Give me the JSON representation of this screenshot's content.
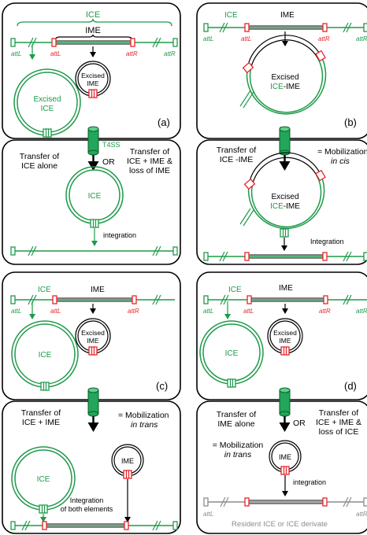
{
  "colors": {
    "green": "#1e9a4a",
    "red": "#e8242a",
    "black": "#000000",
    "grey": "#8c8c8c",
    "tube": "#21a65a"
  },
  "panel_a": {
    "ice_top": "ICE",
    "ime_label": "IME",
    "attL_green": "attL",
    "attL_red": "attL",
    "attR_red": "attR",
    "attR_green": "attR",
    "excised_ice_line1": "Excised",
    "excised_ice_line2": "ICE",
    "excised_ime_line1": "Excised",
    "excised_ime_line2": "IME",
    "t4ss": "T4SS",
    "panel_letter": "(a)",
    "transfer_left_line1": "Transfer of",
    "transfer_left_line2": "ICE alone",
    "or": "OR",
    "transfer_right_line1": "Transfer of",
    "transfer_right_line2": "ICE + IME &",
    "transfer_right_line3": "loss of IME",
    "recipient_ice": "ICE",
    "integration": "integration"
  },
  "panel_b": {
    "ice_label": "ICE",
    "ime_label": "IME",
    "attL_green": "attL",
    "attL_red": "attL",
    "attR_red": "attR",
    "attR_green": "attR",
    "excised_line1": "Excised",
    "excised_ice": "ICE",
    "excised_ime": "-IME",
    "panel_letter": "(b)",
    "transfer_line1": "Transfer of",
    "transfer_line2": "ICE -IME",
    "mob_line1": "= Mobilization",
    "mob_line2": "in cis",
    "recipient_line1": "Excised",
    "recipient_ice": "ICE",
    "recipient_ime": "-IME",
    "integration": "Integration"
  },
  "panel_c": {
    "ice_label": "ICE",
    "ime_label": "IME",
    "attL_green": "attL",
    "attL_red": "attL",
    "attR_red": "attR",
    "donor_ice": "ICE",
    "excised_ime_line1": "Excised",
    "excised_ime_line2": "IME",
    "panel_letter": "(c)",
    "transfer_line1": "Transfer of",
    "transfer_line2": "ICE + IME",
    "mob_line1": "= Mobilization",
    "mob_line2": "in trans",
    "recipient_ice": "ICE",
    "recipient_ime": "IME",
    "integ_line1": "Integration",
    "integ_line2": "of both elements"
  },
  "panel_d": {
    "ice_label": "ICE",
    "ime_label": "IME",
    "attL_green": "attL",
    "attL_red": "attL",
    "attR_red": "attR",
    "attR_green": "attR",
    "donor_ice": "ICE",
    "excised_ime_line1": "Excised",
    "excised_ime_line2": "IME",
    "panel_letter": "(d)",
    "transfer_left_line1": "Transfer of",
    "transfer_left_line2": "IME alone",
    "or": "OR",
    "transfer_right_line1": "Transfer of",
    "transfer_right_line2": "ICE + IME &",
    "transfer_right_line3": "loss of ICE",
    "mob_line1": "= Mobilization",
    "mob_line2": "in trans",
    "recipient_ime": "IME",
    "integration": "integration",
    "attL_grey": "attL",
    "attR_grey": "attR",
    "resident": "Resident ICE or ICE derivate"
  }
}
